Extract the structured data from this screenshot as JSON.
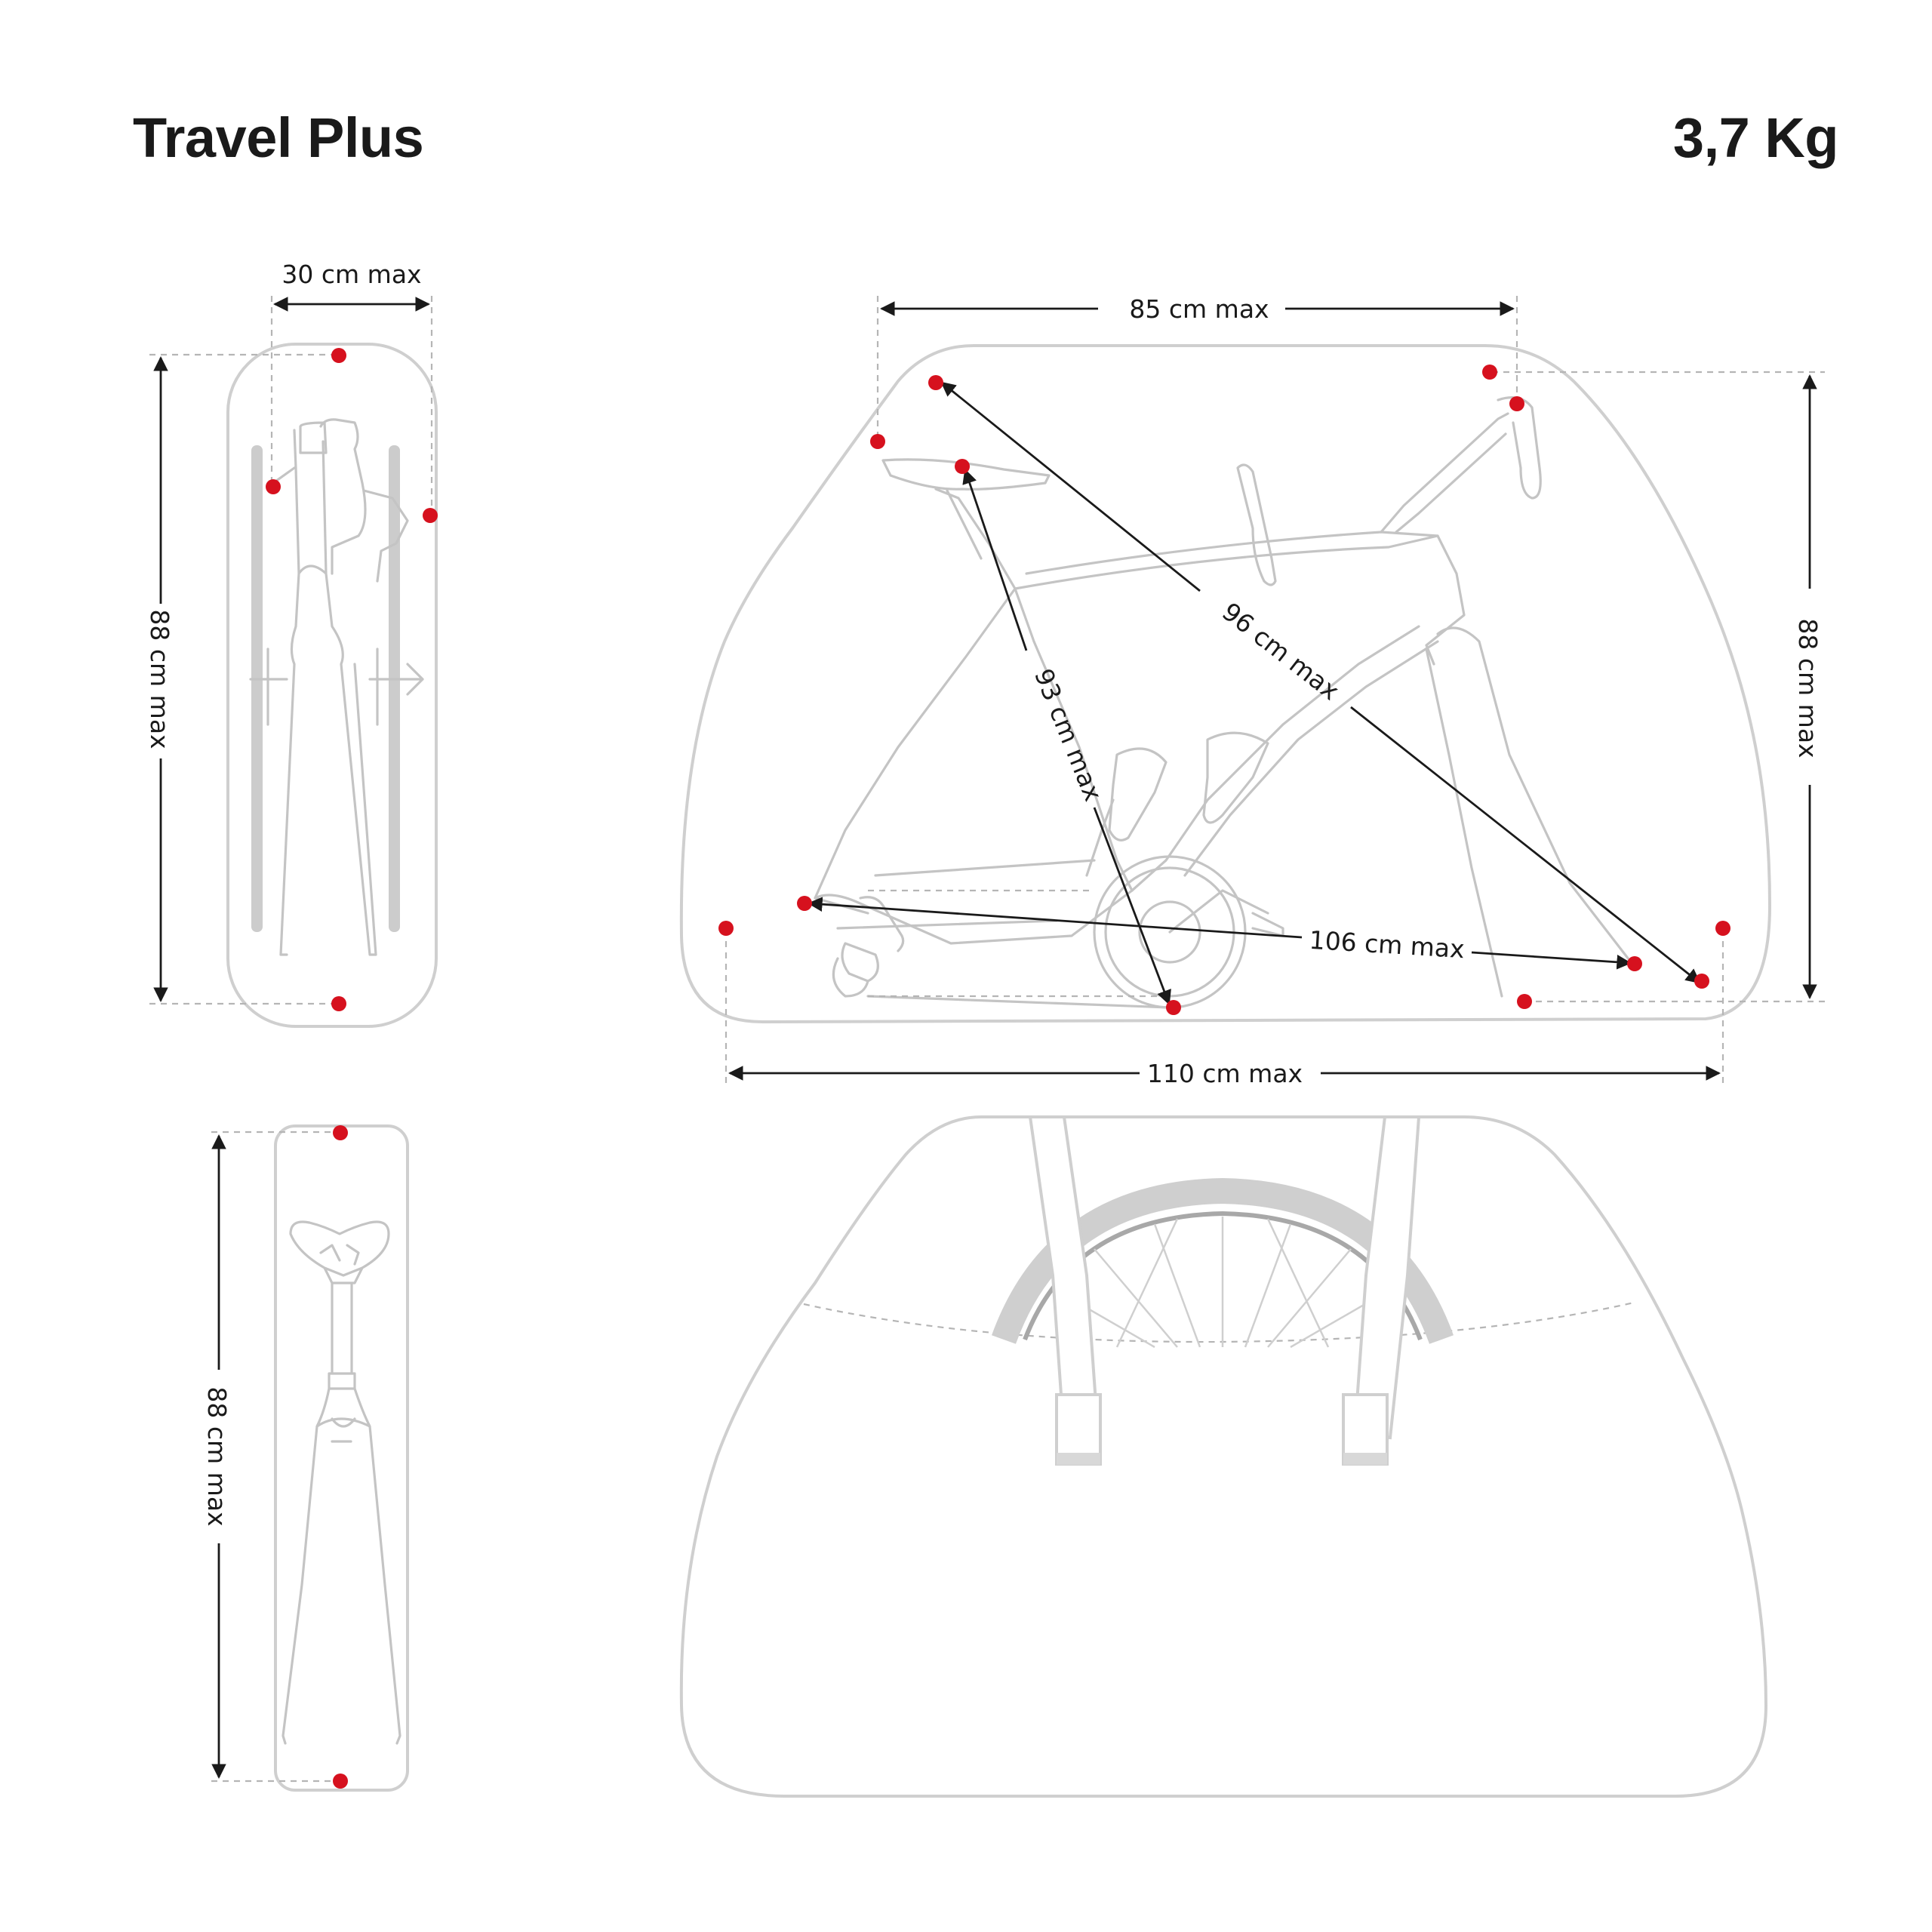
{
  "header": {
    "title": "Travel Plus",
    "weight": "3,7 Kg"
  },
  "dimensions": {
    "front_width": "30 cm max",
    "front_height": "88 cm max",
    "side_top_width": "85 cm max",
    "side_height": "88 cm max",
    "side_diag_long": "96 cm max",
    "side_diag_short": "93 cm max",
    "side_wheelbase": "106 cm max",
    "side_bottom_width": "110 cm max",
    "rear_height": "88 cm max"
  },
  "colors": {
    "marker": "#d6111e",
    "outline": "#cfcfcf",
    "text": "#1a1a1a"
  }
}
